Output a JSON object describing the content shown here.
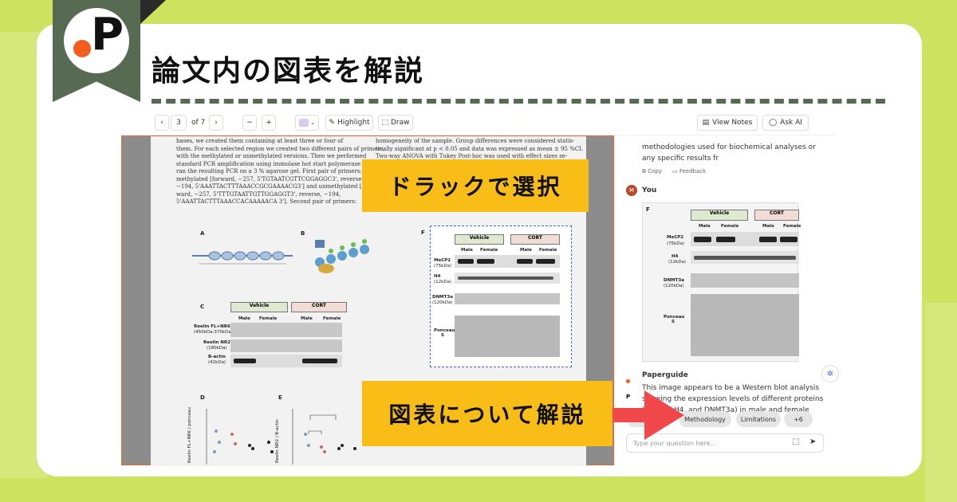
{
  "banner": {
    "title": "論文内の図表を解説",
    "logo_letter": "P"
  },
  "toolbar": {
    "page_current": "3",
    "page_total": "of 7",
    "highlight_label": "Highlight",
    "draw_label": "Draw",
    "view_notes_label": "View Notes",
    "ask_ai_label": "Ask AI"
  },
  "document": {
    "left_text": "bases, we created them containing at least three or four of\nthem. For each selected region we created two different pairs of primers,\nwith the methylated or unmethylated versions. Then we performed\nstandard PCR amplification using immolase hot start polymerase and\nran the resulting PCR on a 3 % agarose gel. First pair of primers:\nmethylated [forward, −257, 5'TGTAATCGTTCGGAGGC3', reverse,\n−194, 5'AAATTACTTTAAACCGCGAAAACG3'] and unmethylated [for-\nward, −257, 5'TTTGTAATTGTTGGAGGT3', reverse, −194,\n5'AAATTACTTTAAACCACAAAAACA 3']. Second pair of primers:",
    "right_text": "homogeneity of the sample. Group differences were considered statis-\ntically significant at p < 0.05 and data was expressed as mean ± 95 %CI.\nTwo-way ANOVA with Tukey Post-hoc was used with effect sizes se-",
    "fig_labels": [
      "A",
      "B",
      "C",
      "D",
      "E",
      "F"
    ],
    "panel_c": {
      "groups": [
        "Vehicle",
        "CORT"
      ],
      "sexes": [
        "Male",
        "Female",
        "Male",
        "Female"
      ],
      "rows": [
        "Reelin FL+NR6",
        "Reelin NR2",
        "B-actin"
      ],
      "row_sizes": [
        "(450kDa-370kDa)",
        "(180kDa)",
        "(42kDa)"
      ]
    },
    "panel_f": {
      "groups": [
        "Vehicle",
        "CORT"
      ],
      "sexes": [
        "Male",
        "Female",
        "Male",
        "Female"
      ],
      "rows": [
        "MeCP2",
        "H4",
        "DNMT3a",
        "Ponceau S"
      ],
      "row_sizes": [
        "(75kDa)",
        "(12kDa)",
        "(120kDa)",
        ""
      ]
    },
    "axis_d": "Reelin FL+NR6 / ponceau",
    "axis_e": "Reelin NR2 / B-actin"
  },
  "callouts": {
    "drag": "ドラックで選択",
    "explain": "図表について解説"
  },
  "sidebar": {
    "prev_message": "methodologies used for biochemical analyses or any specific results fr",
    "copy_label": "Copy",
    "feedback_label": "Feedback",
    "user_initial": "M",
    "user_name": "You",
    "bot_name": "Paperguide",
    "bot_message": "This image appears to be a Western blot analysis showing the expression levels of different proteins (MeCP2, H4, and DNMT3a) in male and female",
    "chips": [
      "Su...",
      "Methodology",
      "Limitations",
      "+6"
    ],
    "input_placeholder": "Type your question here..."
  },
  "colors": {
    "accent_orange": "#f25c1d",
    "callout_yellow": "#f9bd17",
    "arrow_red": "#f0484b",
    "background_green": "#cde35f",
    "ribbon_green": "#566b52"
  }
}
